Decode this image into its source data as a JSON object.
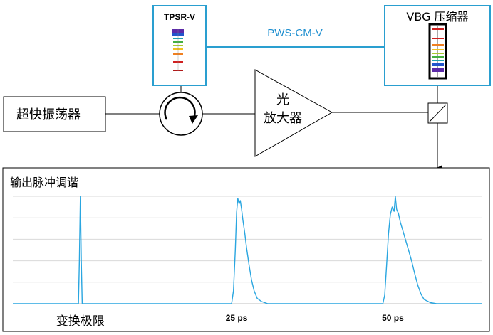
{
  "colors": {
    "box_border": "#2a9fd0",
    "pws_label": "#1e8fd0",
    "trace": "#2aa6e0",
    "grid": "#d9d9d9",
    "line": "#000000",
    "grating_bars": [
      "#5b2aa8",
      "#2255cc",
      "#20a0b0",
      "#44b040",
      "#a8c830",
      "#f0c020",
      "#f08020",
      "#d02020",
      "#b01818"
    ]
  },
  "diagram": {
    "tpsr": {
      "label": "TPSR-V"
    },
    "vbg": {
      "label": "VBG 压缩器"
    },
    "pws_label": "PWS-CM-V",
    "oscillator": {
      "label": "超快振荡器"
    },
    "amplifier": {
      "line1": "光",
      "line2": "放大器"
    },
    "circulator": {
      "icon": "circulator-arrow-icon"
    },
    "splitter": {
      "icon": "beam-splitter-icon"
    }
  },
  "chart_data": {
    "type": "line",
    "title": "输出脉冲调谐",
    "xlabel": "",
    "ylabel": "",
    "x_tick_labels": [
      {
        "x": 0,
        "label": "变换极限"
      },
      {
        "x": 25,
        "label": "25 ps"
      },
      {
        "x": 50,
        "label": "50 ps"
      }
    ],
    "xlim": [
      -10.8,
      64.2
    ],
    "ylim": [
      0,
      1
    ],
    "grid": true,
    "series": [
      {
        "points": [
          [
            -10.8,
            0.0
          ],
          [
            -0.3,
            0.0
          ],
          [
            -0.15,
            0.4
          ],
          [
            0.0,
            1.0
          ],
          [
            0.15,
            0.4
          ],
          [
            0.3,
            0.0
          ],
          [
            24.2,
            0.0
          ],
          [
            24.5,
            0.12
          ],
          [
            24.8,
            0.5
          ],
          [
            25.0,
            0.85
          ],
          [
            25.2,
            0.98
          ],
          [
            25.4,
            0.93
          ],
          [
            25.6,
            0.96
          ],
          [
            25.8,
            0.88
          ],
          [
            26.0,
            0.78
          ],
          [
            26.3,
            0.66
          ],
          [
            26.6,
            0.52
          ],
          [
            27.0,
            0.36
          ],
          [
            27.4,
            0.22
          ],
          [
            27.8,
            0.12
          ],
          [
            28.3,
            0.05
          ],
          [
            29.0,
            0.02
          ],
          [
            30.0,
            0.0
          ],
          [
            48.4,
            0.0
          ],
          [
            48.7,
            0.08
          ],
          [
            49.0,
            0.35
          ],
          [
            49.3,
            0.65
          ],
          [
            49.6,
            0.83
          ],
          [
            49.9,
            0.9
          ],
          [
            50.2,
            0.86
          ],
          [
            50.4,
            1.0
          ],
          [
            50.6,
            0.88
          ],
          [
            50.9,
            0.84
          ],
          [
            51.2,
            0.76
          ],
          [
            51.6,
            0.68
          ],
          [
            52.0,
            0.6
          ],
          [
            52.5,
            0.5
          ],
          [
            53.0,
            0.4
          ],
          [
            53.5,
            0.28
          ],
          [
            54.0,
            0.17
          ],
          [
            54.5,
            0.09
          ],
          [
            55.0,
            0.04
          ],
          [
            56.0,
            0.01
          ],
          [
            57.0,
            0.0
          ],
          [
            64.2,
            0.0
          ]
        ]
      }
    ]
  }
}
